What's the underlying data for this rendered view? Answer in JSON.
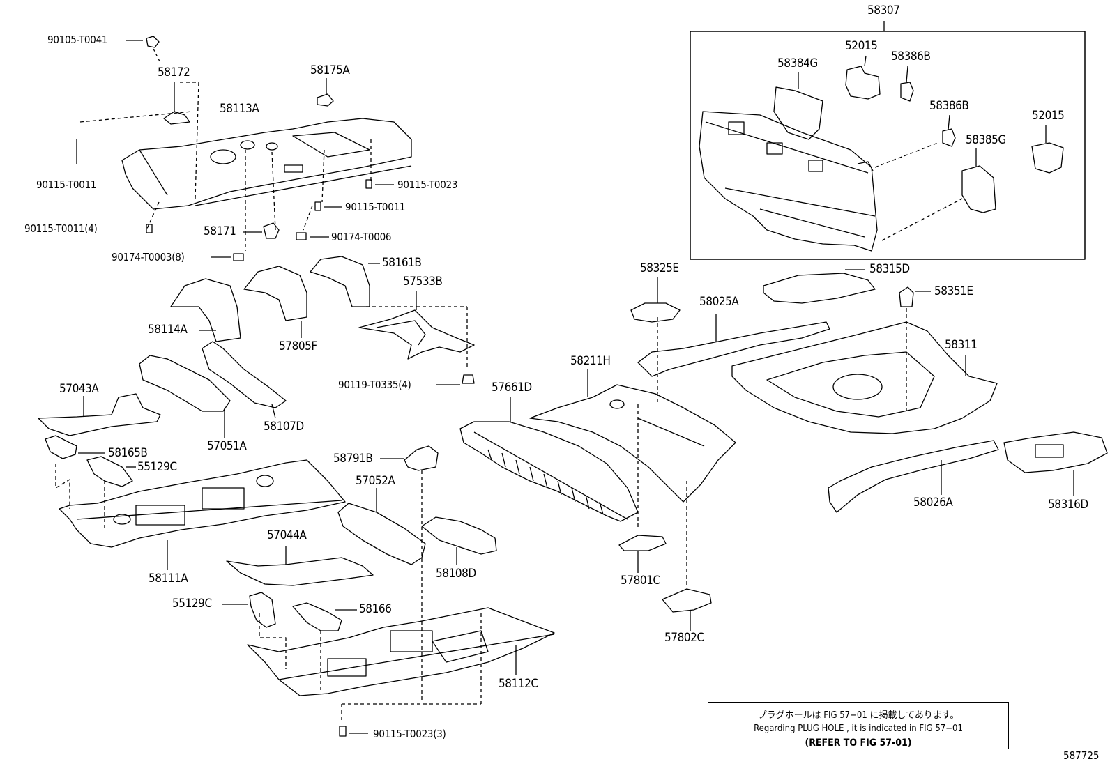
{
  "labels": {
    "p58307": "58307",
    "p52015a": "52015",
    "p58386b_a": "58386B",
    "p58384g": "58384G",
    "p58386b_b": "58386B",
    "p52015b": "52015",
    "p58385g": "58385G",
    "p90105": "90105-T0041",
    "p58172": "58172",
    "p58175a": "58175A",
    "p58113a": "58113A",
    "p90115_a": "90115-T0011",
    "p90115_t0023": "90115-T0023",
    "p90115_b": "90115-T0011",
    "p90115_4": "90115-T0011(4)",
    "p58171": "58171",
    "p90174_6": "90174-T0006",
    "p90174_8": "90174-T0003(8)",
    "p58161b": "58161B",
    "p57533b": "57533B",
    "p58114a": "58114A",
    "p57805f": "57805F",
    "p90119": "90119-T0335(4)",
    "p57043a": "57043A",
    "p57051a": "57051A",
    "p58107d": "58107D",
    "p58165b": "58165B",
    "p55129c_a": "55129C",
    "p58111a": "58111A",
    "p58791b": "58791B",
    "p57052a": "57052A",
    "p57044a": "57044A",
    "p58108d": "58108D",
    "p55129c_b": "55129C",
    "p58166": "58166",
    "p58112c": "58112C",
    "p90115_3": "90115-T0023(3)",
    "p58325e": "58325E",
    "p58315d": "58315D",
    "p58351e": "58351E",
    "p58025a": "58025A",
    "p58311": "58311",
    "p58211h": "58211H",
    "p57661d": "57661D",
    "p58026a": "58026A",
    "p58316d": "58316D",
    "p57801c": "57801C",
    "p57802c": "57802C"
  },
  "note": {
    "line1": "プラグホールは FIG 57−01 に掲載してあります。",
    "line2": "Regarding  PLUG  HOLE , it is indicated in  FIG  57−01",
    "line3": "(REFER TO FIG 57-01)"
  },
  "figure_number": "587725"
}
